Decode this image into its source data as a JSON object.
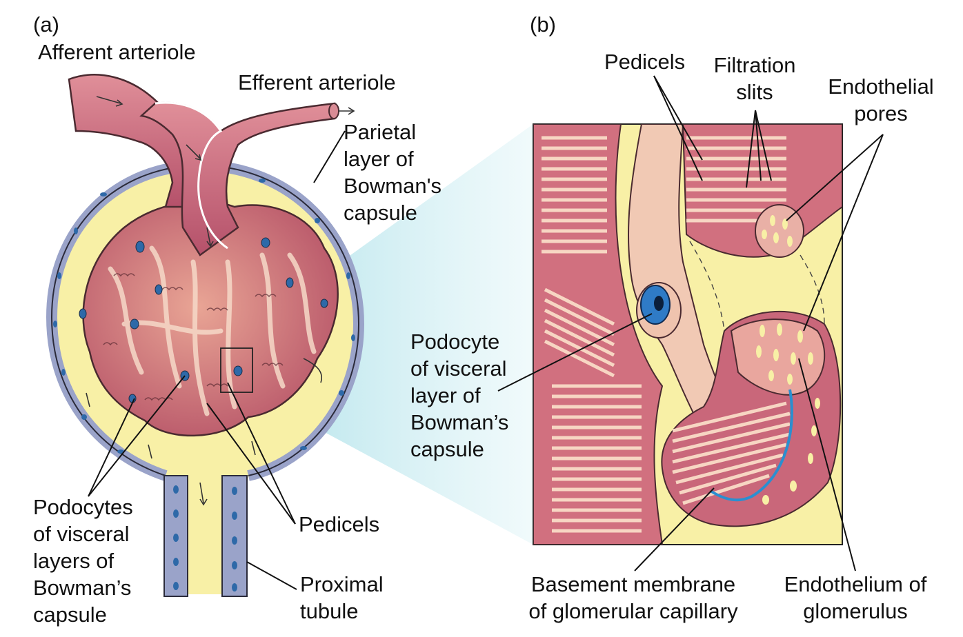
{
  "panel_a": {
    "marker": "(a)",
    "afferent": "Afferent arteriole",
    "efferent": "Efferent arteriole",
    "parietal": [
      "Parietal",
      "layer of",
      "Bowman's",
      "capsule"
    ],
    "podocytes": [
      "Podocytes",
      "of visceral",
      "layers of",
      "Bowman’s",
      "capsule"
    ],
    "pedicels": "Pedicels",
    "proximal": [
      "Proximal",
      "tubule"
    ]
  },
  "panel_b": {
    "marker": "(b)",
    "pedicels": "Pedicels",
    "filtration": [
      "Filtration",
      "slits"
    ],
    "endothelial_pores": [
      "Endothelial",
      "pores"
    ],
    "podocyte": [
      "Podocyte",
      "of visceral",
      "layer of",
      "Bowman’s",
      "capsule"
    ],
    "basement": [
      "Basement membrane",
      "of glomerular capillary"
    ],
    "endothelium": [
      "Endothelium of",
      "glomerulus"
    ]
  },
  "colors": {
    "capsule_fill": "#f8f0a6",
    "capsule_cells": "#9aa3c9",
    "nuclei": "#2e69a8",
    "vessel": "#c9677a",
    "glomerulus": "#c66c76",
    "tissue_light": "#efb9a6",
    "magnify_beam": "#9fdbe6",
    "basement_line": "#2a8fd0"
  }
}
